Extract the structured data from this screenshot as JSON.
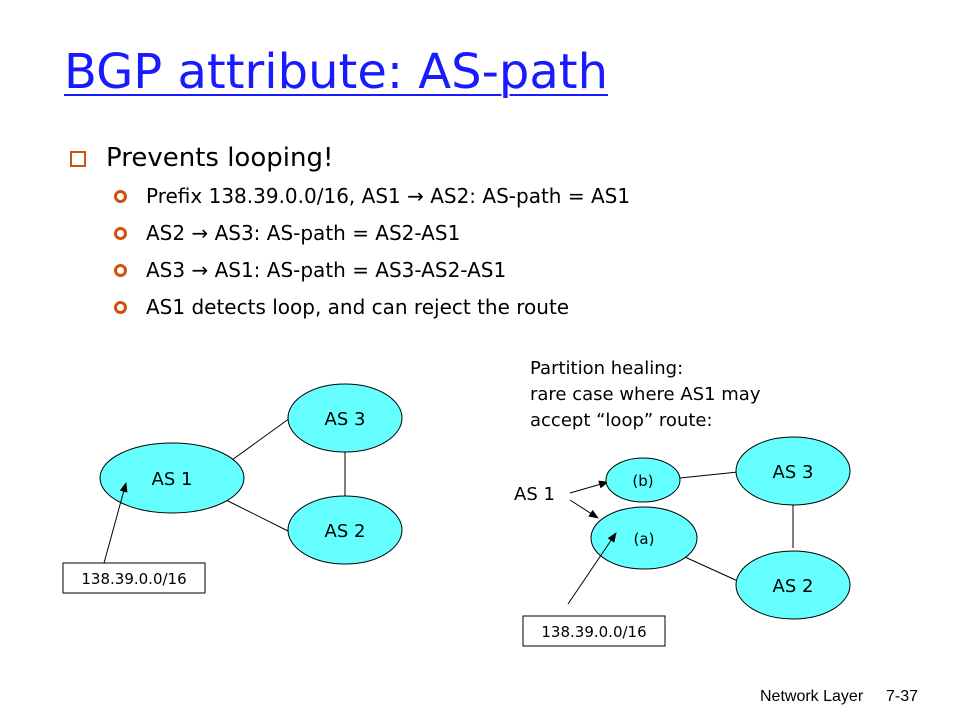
{
  "title": "BGP attribute: AS-path",
  "bullets": {
    "main": "Prevents looping!",
    "sub": [
      "Prefix 138.39.0.0/16, AS1 → AS2: AS-path = AS1",
      "AS2 → AS3: AS-path = AS2-AS1",
      "AS3 → AS1: AS-path = AS3-AS2-AS1",
      "AS1 detects loop, and can reject the route"
    ]
  },
  "left_diagram": {
    "as1": "AS 1",
    "as2": "AS 2",
    "as3": "AS 3",
    "prefix": "138.39.0.0/16"
  },
  "note": {
    "line1": "Partition healing:",
    "line2": "rare case where AS1 may",
    "line3": "accept “loop” route:"
  },
  "right_diagram": {
    "as1_label": "AS 1",
    "node_b": "(b)",
    "node_a": "(a)",
    "as3": "AS 3",
    "as2": "AS 2",
    "prefix": "138.39.0.0/16"
  },
  "footer": {
    "section": "Network Layer",
    "page": "7-37"
  },
  "colors": {
    "title": "#1a1aff",
    "bullet": "#d05010",
    "node_fill": "#66ffff"
  }
}
